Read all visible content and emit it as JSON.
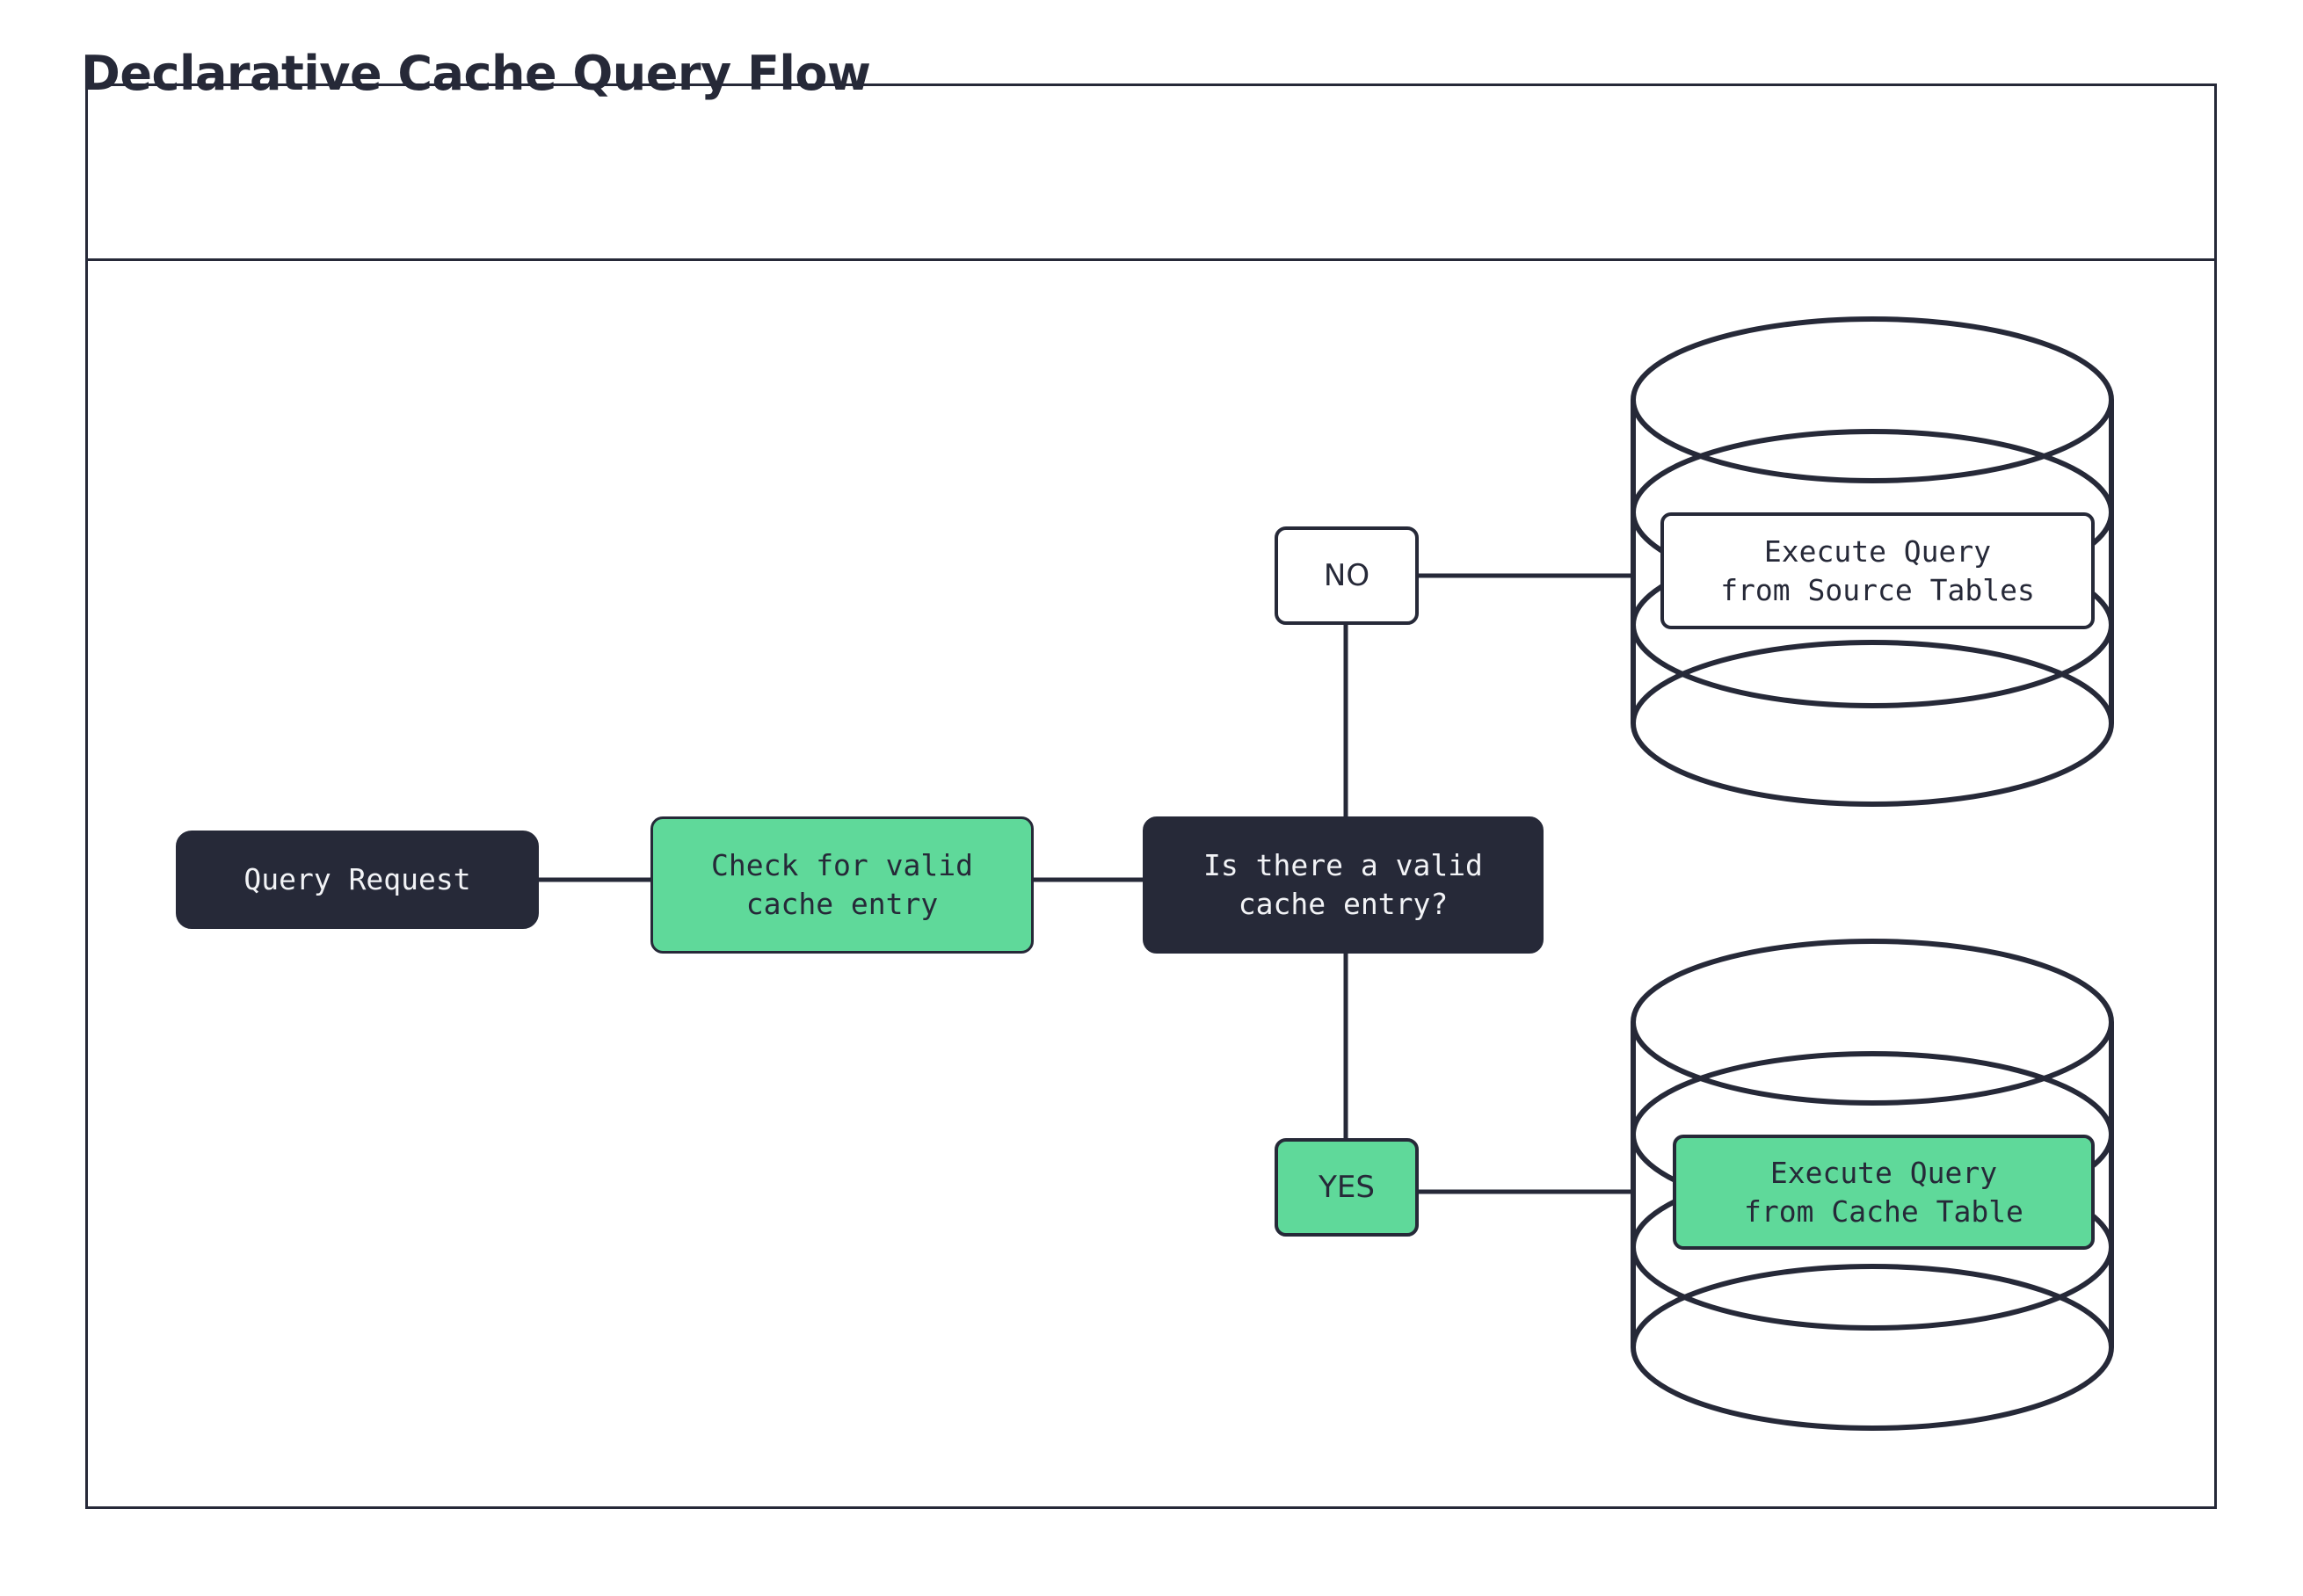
{
  "frame": {
    "title": "Declarative Cache Query Flow"
  },
  "colors": {
    "accent_green": "#5FD99A",
    "dark_navy": "#262938",
    "surface_white": "#ffffff"
  },
  "diagram": {
    "type": "flowchart",
    "direction": "left-to-right",
    "nodes": [
      {
        "id": "query-request",
        "label": "Query Request",
        "shape": "rounded-rect",
        "style": "dark"
      },
      {
        "id": "check-cache",
        "label": "Check for valid\ncache entry",
        "shape": "rounded-rect",
        "style": "green"
      },
      {
        "id": "decision",
        "label": "Is there a valid\ncache entry?",
        "shape": "rounded-rect",
        "style": "dark"
      },
      {
        "id": "branch-no",
        "label": "NO",
        "shape": "rounded-rect",
        "style": "white"
      },
      {
        "id": "branch-yes",
        "label": "YES",
        "shape": "rounded-rect",
        "style": "green"
      },
      {
        "id": "source-tables",
        "label": "Execute Query\nfrom Source Tables",
        "shape": "database-cylinder",
        "style": "white"
      },
      {
        "id": "cache-table",
        "label": "Execute Query\nfrom Cache Table",
        "shape": "database-cylinder",
        "style": "green"
      }
    ],
    "edges": [
      {
        "from": "query-request",
        "to": "check-cache"
      },
      {
        "from": "check-cache",
        "to": "decision"
      },
      {
        "from": "decision",
        "to": "branch-no"
      },
      {
        "from": "branch-no",
        "to": "source-tables"
      },
      {
        "from": "decision",
        "to": "branch-yes"
      },
      {
        "from": "branch-yes",
        "to": "cache-table"
      }
    ]
  }
}
